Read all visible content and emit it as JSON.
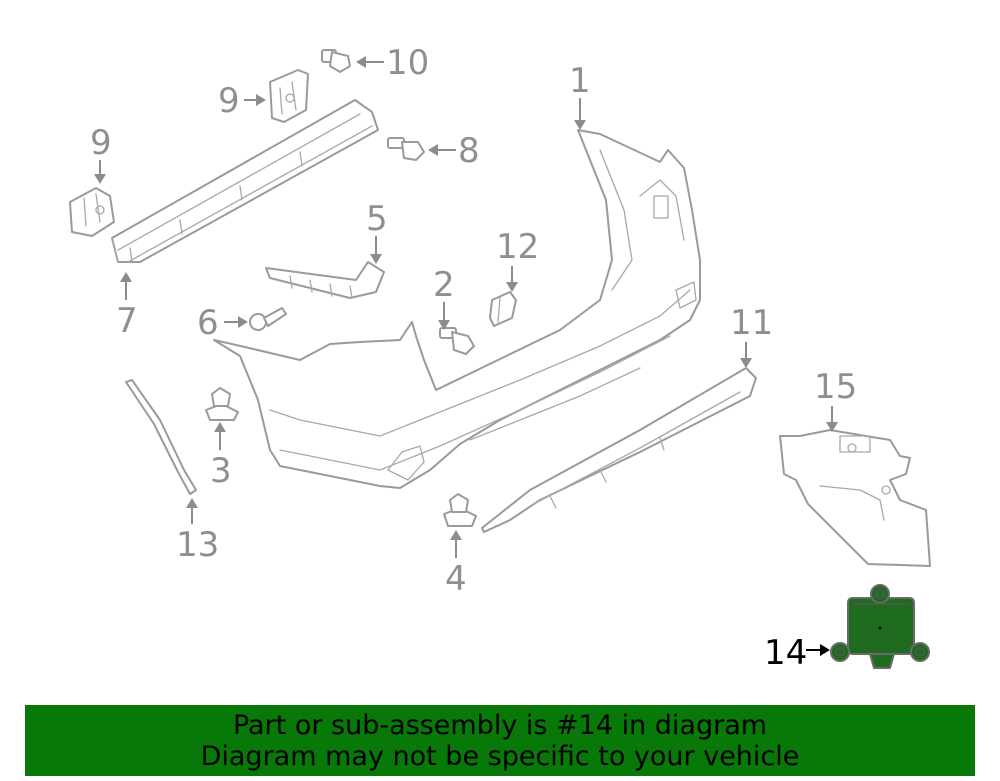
{
  "diagram": {
    "callouts": [
      {
        "id": "c1",
        "label": "1"
      },
      {
        "id": "c2",
        "label": "2"
      },
      {
        "id": "c3",
        "label": "3"
      },
      {
        "id": "c4",
        "label": "4"
      },
      {
        "id": "c5",
        "label": "5"
      },
      {
        "id": "c6",
        "label": "6"
      },
      {
        "id": "c7",
        "label": "7"
      },
      {
        "id": "c8",
        "label": "8"
      },
      {
        "id": "c9a",
        "label": "9"
      },
      {
        "id": "c9b",
        "label": "9"
      },
      {
        "id": "c10",
        "label": "10"
      },
      {
        "id": "c11",
        "label": "11"
      },
      {
        "id": "c12",
        "label": "12"
      },
      {
        "id": "c13",
        "label": "13"
      },
      {
        "id": "c14",
        "label": "14"
      },
      {
        "id": "c15",
        "label": "15"
      }
    ],
    "highlighted_part": "14",
    "highlight_color": "#1f6b1f",
    "line_color": "#9a9a9a"
  },
  "banner": {
    "line1": "Part or sub-assembly is #14 in diagram",
    "line2": "Diagram may not be specific to your vehicle",
    "background": "#087808"
  }
}
